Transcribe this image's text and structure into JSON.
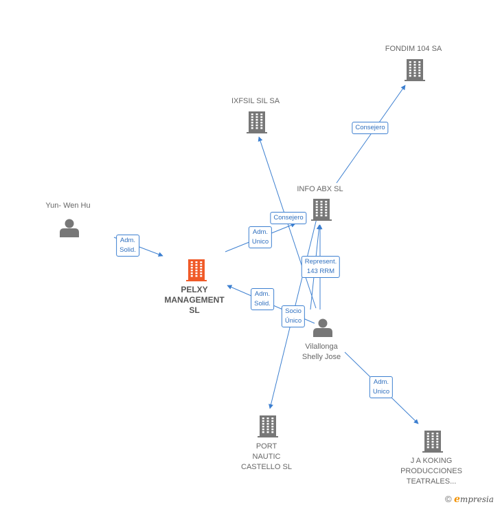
{
  "nodes": {
    "fondim": {
      "label": [
        "FONDIM 104 SA"
      ],
      "type": "company"
    },
    "ixfsil": {
      "label": [
        "IXFSIL SIL SA"
      ],
      "type": "company"
    },
    "infoabx": {
      "label": [
        "INFO ABX SL"
      ],
      "type": "company"
    },
    "yunwenhu": {
      "label": [
        "Yun- Wen Hu"
      ],
      "type": "person"
    },
    "pelxy": {
      "label": [
        "PELXY",
        "MANAGEMENT",
        "SL"
      ],
      "type": "company-main"
    },
    "vilallonga": {
      "label": [
        "Vilallonga",
        "Shelly Jose"
      ],
      "type": "person"
    },
    "port": {
      "label": [
        "PORT",
        "NAUTIC",
        "CASTELLO  SL"
      ],
      "type": "company"
    },
    "jakoking": {
      "label": [
        "J A KOKING",
        "PRODUCCIONES",
        "TEATRALES..."
      ],
      "type": "company"
    }
  },
  "edges": {
    "yun_pelxy": [
      "Adm.",
      "Solid."
    ],
    "vil_fondim": [
      "Consejero"
    ],
    "vil_ixfsil": [
      "Consejero"
    ],
    "vil_infoabx_adm": [
      "Adm.",
      "Unico"
    ],
    "vil_infoabx_rep": [
      "Represent.",
      "143 RRM"
    ],
    "vil_pelxy": [
      "Adm.",
      "Solid."
    ],
    "vil_port": [
      "Socio",
      "Único"
    ],
    "vil_jakoking": [
      "Adm.",
      "Unico"
    ]
  },
  "colors": {
    "edge": "#3c7fd0",
    "node_icon": "#777777",
    "main_icon": "#f05a28",
    "brand_accent": "#f29100"
  },
  "footer": {
    "copyright": "©",
    "brand_first": "e",
    "brand_rest": "mpresia"
  }
}
